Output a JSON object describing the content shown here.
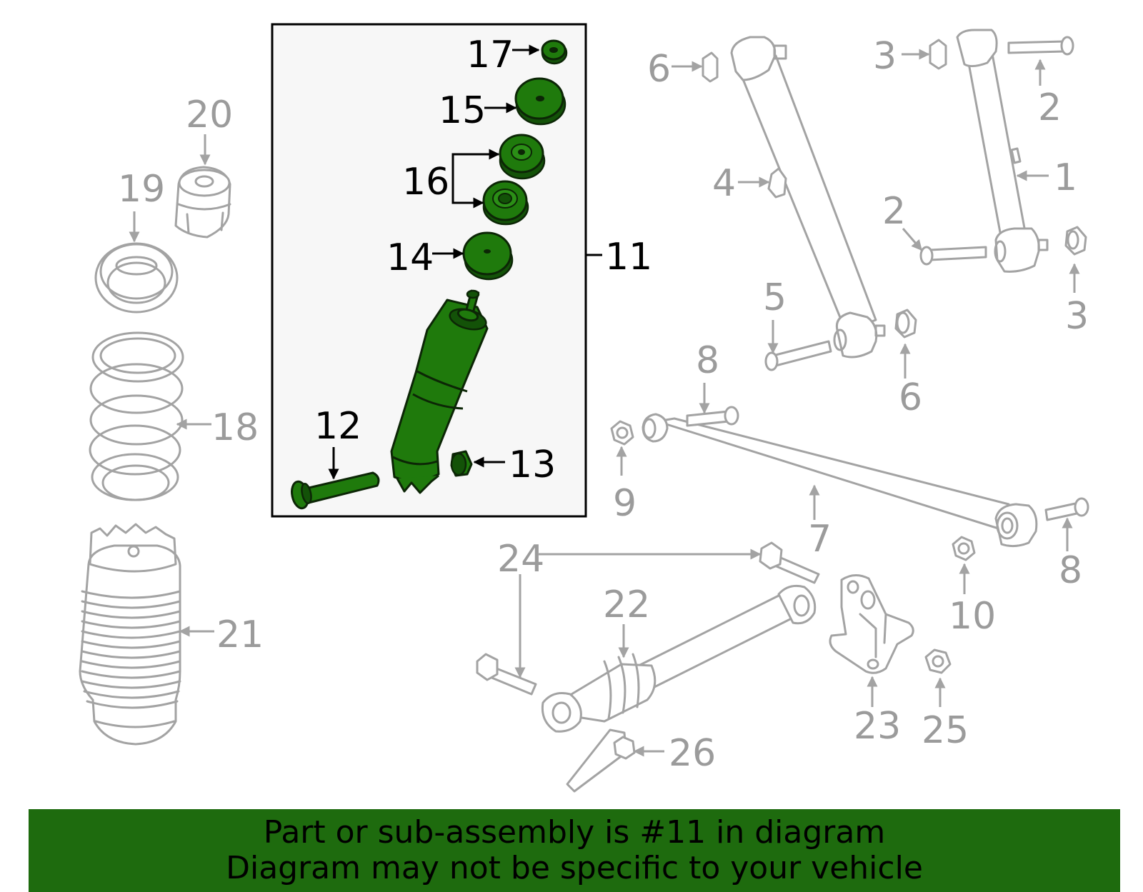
{
  "callouts": {
    "c1": "1",
    "c2a": "2",
    "c2b": "2",
    "c3a": "3",
    "c3b": "3",
    "c4": "4",
    "c5": "5",
    "c6a": "6",
    "c6b": "6",
    "c7": "7",
    "c8a": "8",
    "c8b": "8",
    "c9": "9",
    "c10": "10",
    "c11": "11",
    "c12": "12",
    "c13": "13",
    "c14": "14",
    "c15": "15",
    "c16": "16",
    "c17": "17",
    "c18": "18",
    "c19": "19",
    "c20": "20",
    "c21": "21",
    "c22": "22",
    "c23": "23",
    "c24": "24",
    "c25": "25",
    "c26": "26"
  },
  "footer": {
    "line1": "Part or sub-assembly is #11 in diagram",
    "line2": "Diagram may not be specific to your vehicle"
  },
  "colors": {
    "highlight_green": "#1f7a0c",
    "footer_green": "#1e6b0e",
    "part_outline_grey": "#a3a3a3",
    "callout_grey": "#9b9b9b",
    "box_background": "#f7f7f7"
  }
}
